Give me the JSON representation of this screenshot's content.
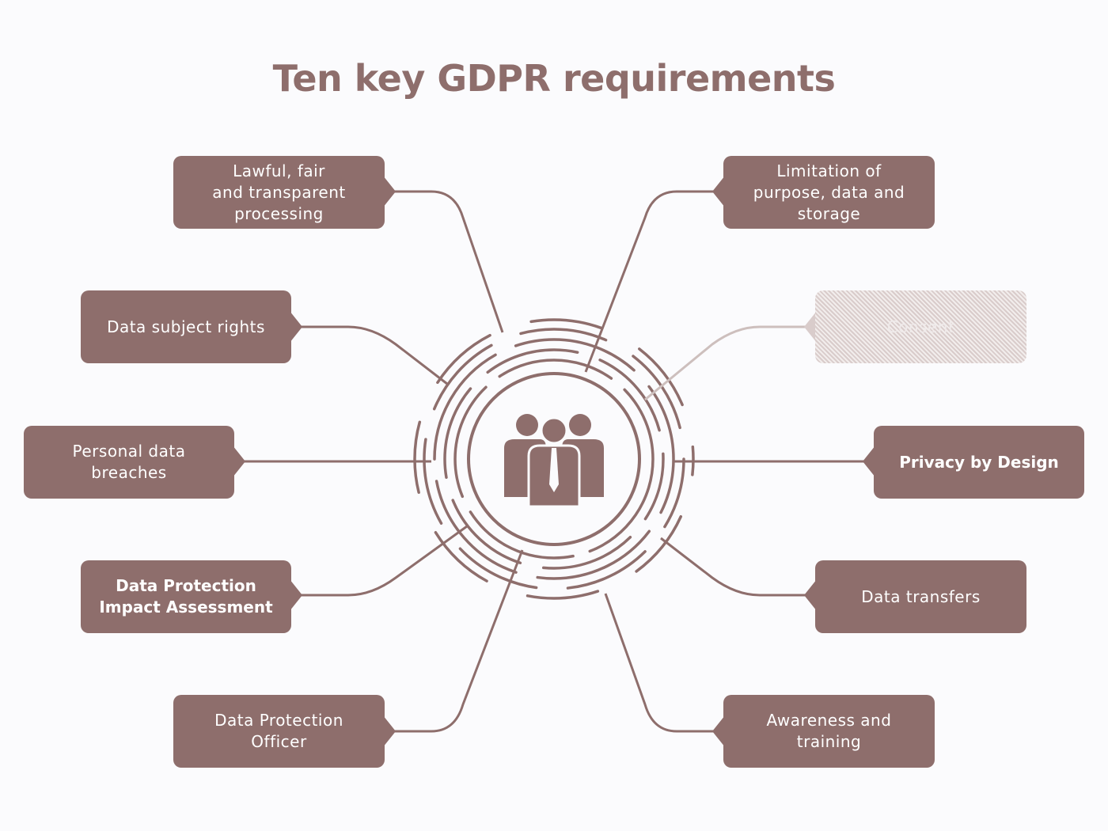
{
  "title": "Ten key GDPR requirements",
  "requirements": [
    {
      "label": "Lawful, fair\nand transparent\nprocessing"
    },
    {
      "label": "Data subject rights"
    },
    {
      "label": "Personal data\nbreaches"
    },
    {
      "label": "Data Protection\nImpact Assessment"
    },
    {
      "label": "Data Protection\nOfficer"
    },
    {
      "label": "Limitation of\npurpose, data and\nstorage"
    },
    {
      "label": "Consent"
    },
    {
      "label": "Privacy by Design"
    },
    {
      "label": "Data transfers"
    },
    {
      "label": "Awareness and\ntraining"
    }
  ],
  "center_icon": "people-group-icon",
  "colors": {
    "accent": "#8e6e6c",
    "background": "#fbfbfd"
  }
}
